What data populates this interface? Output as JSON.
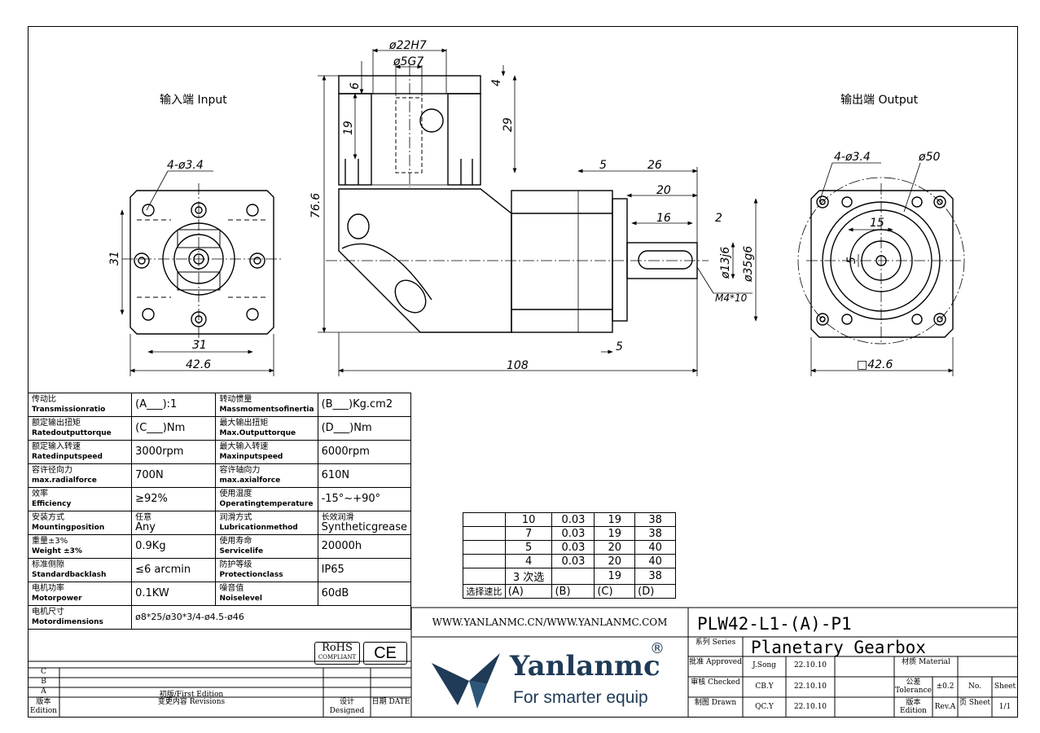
{
  "drawing": {
    "views": {
      "input_label": "输入端 Input",
      "output_label": "输出端 Output"
    },
    "dimensions": {
      "input_holes": "4-ø3.4",
      "input_pcd_vertical": "31",
      "input_pcd_horizontal": "31",
      "input_flange": "42.6",
      "bore_outer": "ø22H7",
      "bore_inner": "ø5G7",
      "top_height": "6",
      "top_offset": "4",
      "bore_depth": "19",
      "input_depth": "29",
      "total_height": "76.6",
      "shaft_step": "5",
      "shaft_total": "26",
      "shaft_length": "20",
      "key_length": "16",
      "key_offset": "2",
      "shaft_dia": "ø13j6",
      "spigot_dia": "ø35g6",
      "thread": "M4*10",
      "flange_thickness": "5",
      "total_length": "108",
      "output_holes": "4-ø3.4",
      "output_pcd": "ø50",
      "output_key_width": "15",
      "output_key_depth": "5",
      "output_square": "□42.6"
    }
  },
  "spec_table": [
    {
      "cn1": "传动比",
      "en1": "Transmissionratio",
      "v1": "(A___):1",
      "cn2": "转动惯量",
      "en2": "Massmomentsofinertia",
      "v2": "(B___)Kg.cm2"
    },
    {
      "cn1": "额定输出扭矩",
      "en1": "Ratedoutputtorque",
      "v1": "(C___)Nm",
      "cn2": "最大输出扭矩",
      "en2": "Max.Outputtorque",
      "v2": "(D___)Nm"
    },
    {
      "cn1": "额定输入转速",
      "en1": "Ratedinputspeed",
      "v1": "3000rpm",
      "cn2": "最大输入转速",
      "en2": "Maxinputspeed",
      "v2": "6000rpm"
    },
    {
      "cn1": "容许径向力",
      "en1": "max.radialforce",
      "v1": "700N",
      "cn2": "容许轴向力",
      "en2": "max.axialforce",
      "v2": "610N"
    },
    {
      "cn1": "效率",
      "en1": "Efficiency",
      "v1": "≥92%",
      "cn2": "使用温度",
      "en2": "Operatingtemperature",
      "v2": "-15°~+90°"
    },
    {
      "cn1": "安装方式",
      "en1": "Mountingposition",
      "v1a": "任意",
      "v1": "Any",
      "cn2": "润滑方式",
      "en2": "Lubricationmethod",
      "v2a": "长效润滑",
      "v2": "Syntheticgrease"
    },
    {
      "cn1": "重量±3%",
      "en1": "Weight ±3%",
      "v1": "0.9Kg",
      "cn2": "使用寿命",
      "en2": "Servicelife",
      "v2": "20000h"
    },
    {
      "cn1": "标准侧隙",
      "en1": "Standardbacklash",
      "v1": "≤6 arcmin",
      "cn2": "防护等级",
      "en2": "Protectionclass",
      "v2": "IP65"
    },
    {
      "cn1": "电机功率",
      "en1": "Motorpower",
      "v1": "0.1KW",
      "cn2": "噪音值",
      "en2": "Noiselevel",
      "v2": "60dB"
    }
  ],
  "motor_dims": {
    "cn": "电机尺寸",
    "en": "Motordimensions",
    "value": "ø8*25/ø30*3/4-ø4.5-ø46"
  },
  "ratio_table": {
    "rows": [
      [
        "",
        "10",
        "0.03",
        "19",
        "38"
      ],
      [
        "",
        "7",
        "0.03",
        "19",
        "38"
      ],
      [
        "",
        "5",
        "0.03",
        "20",
        "40"
      ],
      [
        "",
        "4",
        "0.03",
        "20",
        "40"
      ],
      [
        "",
        "3  次选",
        "",
        "19",
        "38"
      ],
      [
        "选择速比",
        "(A)",
        "(B)",
        "(C)",
        "(D)"
      ]
    ]
  },
  "revisions": {
    "rows": [
      "C",
      "B",
      "A"
    ],
    "first_edition": "初版/First Edition",
    "head_edition": "版本 Edition",
    "head_revisions": "变更内容 Revisions",
    "head_designed": "设计 Designed",
    "head_date": "日期 DATE",
    "rohs": "RoHS",
    "rohs_sub": "COMPLIANT",
    "ce": "CE"
  },
  "brand": {
    "website": "WWW.YANLANMC.CN/WWW.YANLANMC.COM",
    "name": "Yanlanmc",
    "registered": "®",
    "slogan": "For smarter equip"
  },
  "title_block": {
    "model": "PLW42-L1-(A)-P1",
    "series_label": "系列 Series",
    "series": "Planetary Gearbox",
    "approved_label": "批准 Approved",
    "approved_by": "J.Song",
    "approved_date": "22.10.10",
    "checked_label": "审核 Checked",
    "checked_by": "CB.Y",
    "checked_date": "22.10.10",
    "drawn_label": "制图 Drawn",
    "drawn_by": "QC.Y",
    "drawn_date": "22.10.10",
    "material_label": "材质 Material",
    "tolerance_label": "公差 Tolerance",
    "tolerance": "±0.2",
    "no_label": "No.",
    "sheet_label": "Sheet",
    "edition_label": "版本 Edition",
    "edition": "Rev.A",
    "page_label": "页 Sheet",
    "page": "1/1"
  }
}
